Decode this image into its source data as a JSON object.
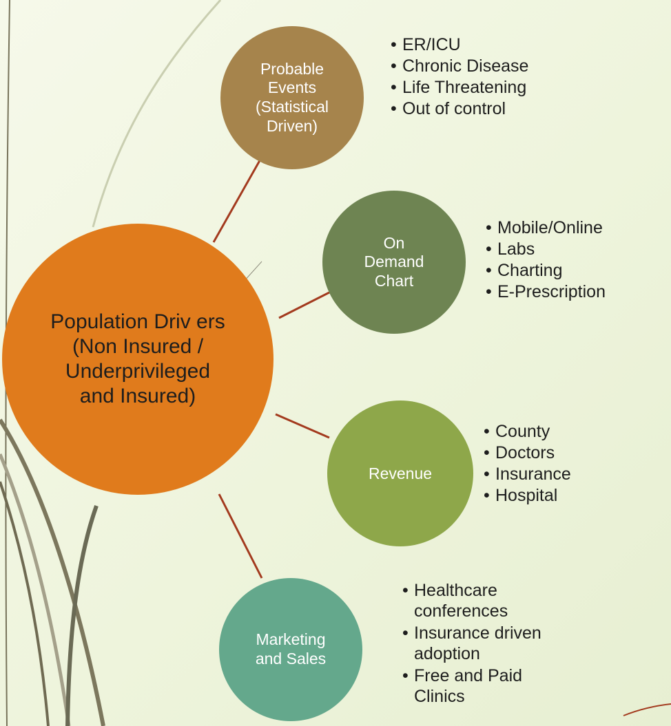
{
  "center": {
    "label": "Population Driv ers\n(Non Insured /\nUnderprivileged\nand Insured)"
  },
  "nodes": [
    {
      "id": "events",
      "label": "Probable\nEvents\n(Statistical\nDriven)",
      "color": "#a6844c",
      "bullets": [
        "ER/ICU",
        "Chronic Disease",
        "Life Threatening",
        "Out of control"
      ]
    },
    {
      "id": "demand",
      "label": "On\nDemand\nChart",
      "color": "#6e8452",
      "bullets": [
        "Mobile/Online",
        "Labs",
        "Charting",
        "E-Prescription"
      ]
    },
    {
      "id": "revenue",
      "label": "Revenue",
      "color": "#8ea74a",
      "bullets": [
        "County",
        "Doctors",
        "Insurance",
        "Hospital"
      ]
    },
    {
      "id": "marketing",
      "label": "Marketing\nand Sales",
      "color": "#64a88c",
      "bullets": [
        "Healthcare\nconferences",
        "Insurance driven\nadoption",
        "Free and Paid\nClinics"
      ]
    }
  ],
  "colors": {
    "center": "#e07b1c",
    "connector": "#a33a1e",
    "background": "#f3f8e4"
  }
}
